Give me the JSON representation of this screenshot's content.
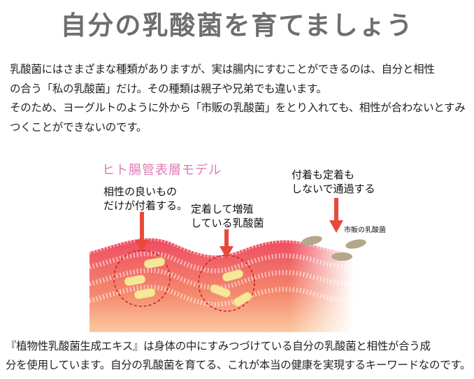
{
  "title": "自分の乳酸菌を育てましょう",
  "intro": {
    "lines": [
      "乳酸菌にはさまざまな種類がありますが、実は腸内にすむことができるのは、自分と相性",
      "の合う「私の乳酸菌」だけ。その種類は親子や兄弟でも違います。",
      "そのため、ヨーグルトのように外から「市販の乳酸菌」をとり入れても、相性が合わないとすみ",
      "つくことができないのです。"
    ]
  },
  "diagram": {
    "title": "ヒト腸管表層モデル",
    "label_good_fit": [
      "相性の良いもの",
      "だけが付着する。"
    ],
    "label_colonized": [
      "定着して増殖",
      "している乳酸菌"
    ],
    "label_pass_through": [
      "付着も定着も",
      "しないで通過する"
    ],
    "label_commercial": "市販の乳酸菌",
    "colors": {
      "title": "#e07ab8",
      "arrow": "#e8493a",
      "tissue": "#ef5a6a",
      "own_bacteria": "#f6e79a",
      "commercial_bacteria": "#b3a88c"
    }
  },
  "closing": {
    "lines": [
      "『植物性乳酸菌生成エキス』は身体の中にすみつづけている自分の乳酸菌と相性が合う成",
      "分を使用しています。自分の乳酸菌を育てる、これが本当の健康を実現するキーワードなのです。"
    ]
  }
}
